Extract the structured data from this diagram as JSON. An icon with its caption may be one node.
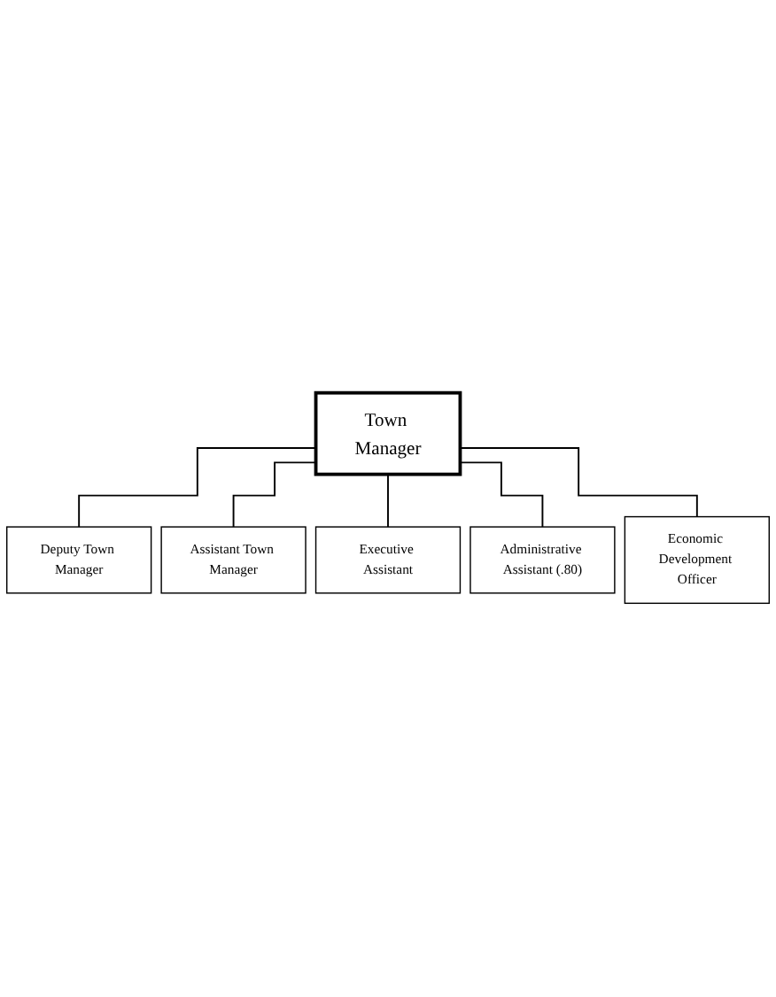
{
  "diagram": {
    "nodes": [
      {
        "text": [
          "Town Manager"
        ]
      },
      {
        "text": [
          "Deputy Town Manager"
        ]
      },
      {
        "text": [
          "Assistant Town Manager"
        ]
      },
      {
        "text": [
          "Executive Assistant"
        ]
      },
      {
        "text": [
          "Administrative Assistant (.80)"
        ]
      },
      {
        "text": [
          "Economic Development Officer"
        ]
      }
    ],
    "edges": [
      {
        "from": 0,
        "to": 1,
        "arrow": "none"
      },
      {
        "from": 0,
        "to": 2,
        "arrow": "none"
      },
      {
        "from": 0,
        "to": 3,
        "arrow": "none"
      },
      {
        "from": 0,
        "to": 4,
        "arrow": "none"
      },
      {
        "from": 0,
        "to": 5,
        "arrow": "none"
      }
    ]
  }
}
